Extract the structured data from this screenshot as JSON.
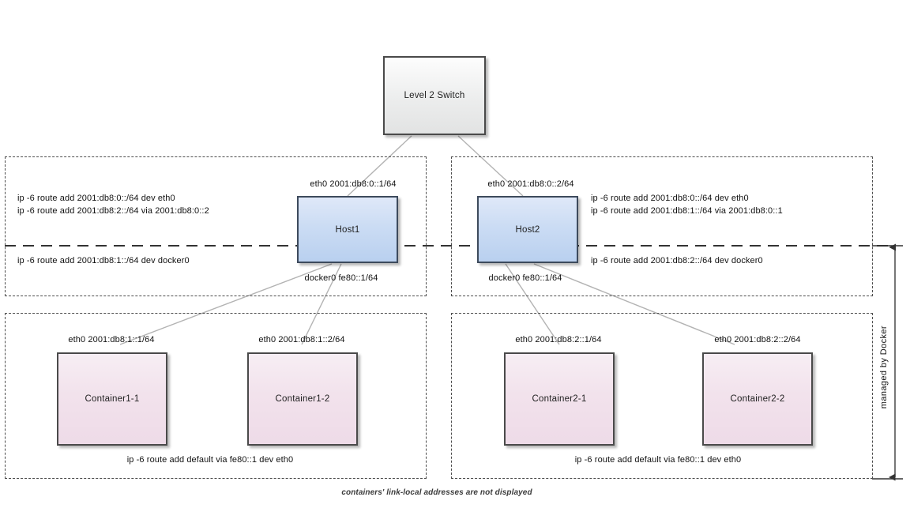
{
  "diagram": {
    "caption": "containers' link-local addresses are not displayed",
    "managed_label": "managed by Docker",
    "colors": {
      "host_fill": "#cbdcf4",
      "container_fill": "#f2e2ec",
      "switch_fill": "#eceded",
      "border_dark": "#4a4a4a",
      "host_border": "#3d4a5c",
      "wire": "#b3b3b3",
      "dashed": "#4d4d4d"
    }
  },
  "switch": {
    "label": "Level 2 Switch"
  },
  "hosts": [
    {
      "name": "Host1",
      "eth0_label": "eth0 2001:db8:0::1/64",
      "docker0_label": "docker0 fe80::1/64",
      "routes_above": [
        "ip -6 route add 2001:db8:0::/64 dev eth0",
        "ip -6 route add 2001:db8:2::/64 via 2001:db8:0::2"
      ],
      "routes_below": [
        "ip -6 route add 2001:db8:1::/64 dev docker0"
      ]
    },
    {
      "name": "Host2",
      "eth0_label": "eth0 2001:db8:0::2/64",
      "docker0_label": "docker0 fe80::1/64",
      "routes_above": [
        "ip -6 route add 2001:db8:0::/64 dev eth0",
        "ip -6 route add 2001:db8:1::/64 via 2001:db8:0::1"
      ],
      "routes_below": [
        "ip -6 route add 2001:db8:2::/64 dev docker0"
      ]
    }
  ],
  "container_groups": [
    {
      "host": "Host1",
      "default_route": "ip -6 route add default via fe80::1 dev eth0",
      "containers": [
        {
          "name": "Container1-1",
          "eth0_label": "eth0 2001:db8:1::1/64"
        },
        {
          "name": "Container1-2",
          "eth0_label": "eth0 2001:db8:1::2/64"
        }
      ]
    },
    {
      "host": "Host2",
      "default_route": "ip -6 route add default via fe80::1 dev eth0",
      "containers": [
        {
          "name": "Container2-1",
          "eth0_label": "eth0 2001:db8:2::1/64"
        },
        {
          "name": "Container2-2",
          "eth0_label": "eth0 2001:db8:2::2/64"
        }
      ]
    }
  ]
}
